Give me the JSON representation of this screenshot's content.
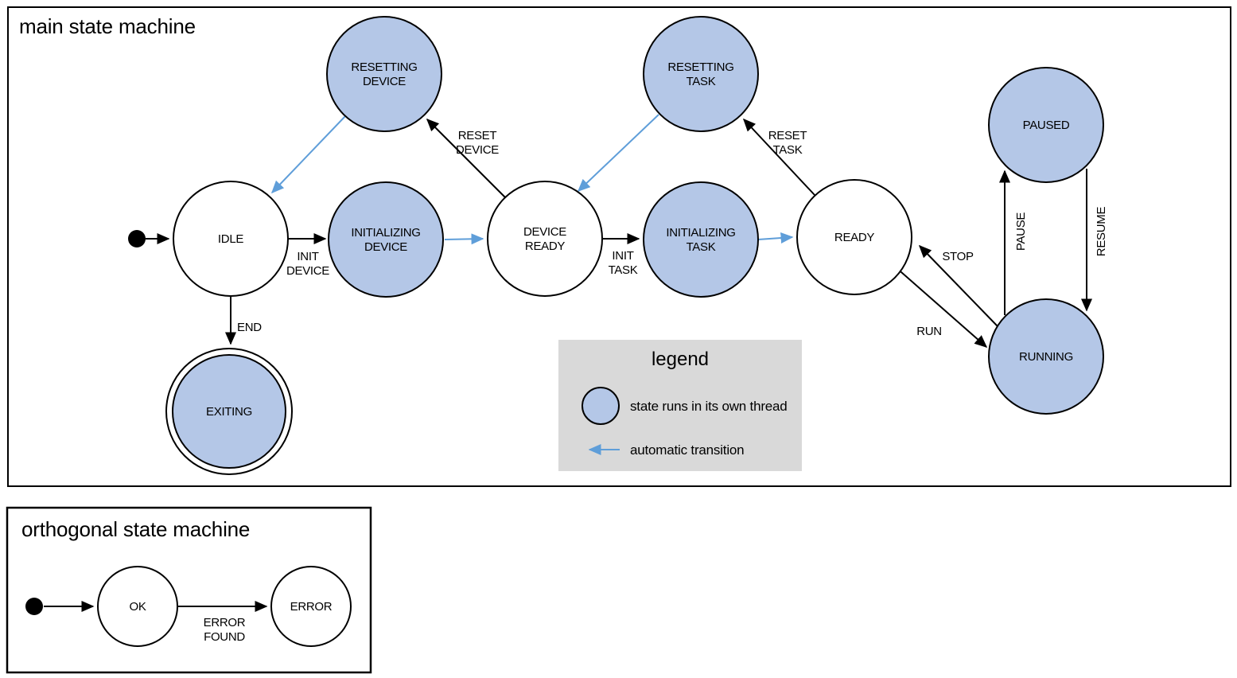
{
  "main": {
    "title": "main state machine",
    "states": {
      "resetting_device": {
        "line1": "RESETTING",
        "line2": "DEVICE"
      },
      "resetting_task": {
        "line1": "RESETTING",
        "line2": "TASK"
      },
      "paused": {
        "label": "PAUSED"
      },
      "idle": {
        "label": "IDLE"
      },
      "initializing_device": {
        "line1": "INITIALIZING",
        "line2": "DEVICE"
      },
      "device_ready": {
        "line1": "DEVICE",
        "line2": "READY"
      },
      "initializing_task": {
        "line1": "INITIALIZING",
        "line2": "TASK"
      },
      "ready": {
        "label": "READY"
      },
      "running": {
        "label": "RUNNING"
      },
      "exiting": {
        "label": "EXITING"
      }
    },
    "transitions": {
      "init_device": {
        "line1": "INIT",
        "line2": "DEVICE"
      },
      "reset_device": {
        "line1": "RESET",
        "line2": "DEVICE"
      },
      "init_task": {
        "line1": "INIT",
        "line2": "TASK"
      },
      "reset_task": {
        "line1": "RESET",
        "line2": "TASK"
      },
      "end": {
        "label": "END"
      },
      "run": {
        "label": "RUN"
      },
      "stop": {
        "label": "STOP"
      },
      "pause": {
        "label": "PAUSE"
      },
      "resume": {
        "label": "RESUME"
      }
    }
  },
  "legend": {
    "title": "legend",
    "thread_item": "state runs in its own thread",
    "auto_item": "automatic transition"
  },
  "orthogonal": {
    "title": "orthogonal state machine",
    "states": {
      "ok": {
        "label": "OK"
      },
      "error": {
        "label": "ERROR"
      }
    },
    "transitions": {
      "error_found": {
        "line1": "ERROR",
        "line2": "FOUND"
      }
    }
  },
  "colors": {
    "threaded_state_fill": "#b4c7e7",
    "automatic_transition": "#5f9ed9",
    "legend_background": "#d9d9d9",
    "outline": "#000000"
  }
}
